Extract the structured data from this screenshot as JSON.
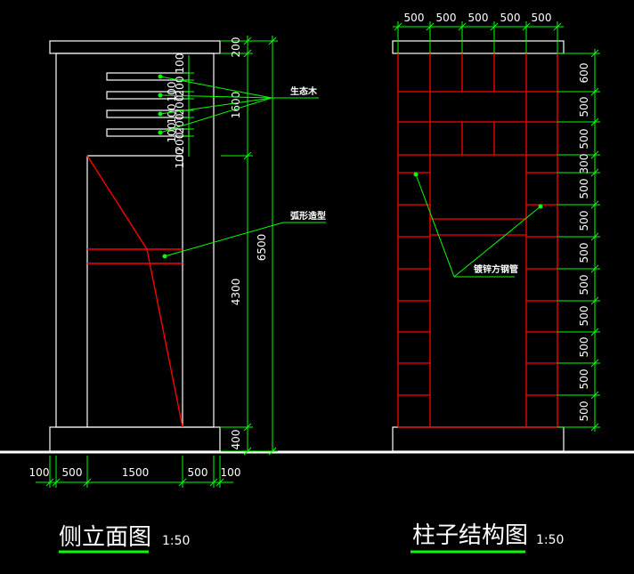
{
  "colors": {
    "background": "#000000",
    "outline": "#ffffff",
    "structure": "#ff0000",
    "dimension": "#00ff00",
    "underline": "#00ff00"
  },
  "left_view": {
    "title": "侧立面图",
    "scale": "1:50",
    "labels": {
      "eco_wood": "生态木",
      "arc_shape": "弧形造型"
    },
    "vertical_dims": [
      "200",
      "1600",
      "4300",
      "400",
      "6500"
    ],
    "slat_dims": [
      "100",
      "200",
      "100",
      "200",
      "100",
      "200",
      "100",
      "200",
      "100"
    ],
    "bottom_dims": [
      "100",
      "500",
      "1500",
      "500",
      "100"
    ]
  },
  "right_view": {
    "title": "柱子结构图",
    "scale": "1:50",
    "labels": {
      "steel_tube": "镀锌方钢管"
    },
    "top_dims": [
      "500",
      "500",
      "500",
      "500",
      "500"
    ],
    "right_dims": [
      "600",
      "500",
      "500",
      "300",
      "500",
      "500",
      "500",
      "500",
      "500",
      "500",
      "500",
      "500"
    ]
  }
}
